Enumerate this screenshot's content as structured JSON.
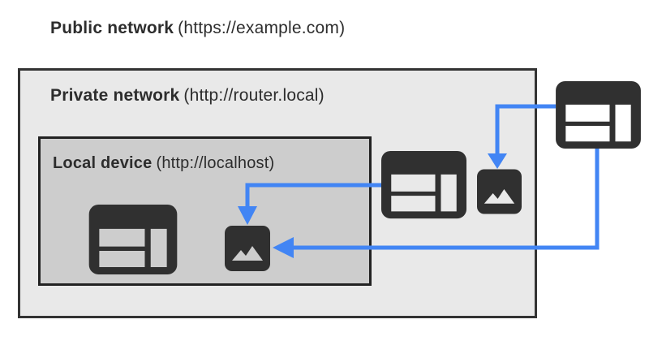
{
  "public_network": {
    "name": "Public network",
    "detail": "(https://example.com)"
  },
  "private_network": {
    "name": "Private network",
    "detail": "(http://router.local)",
    "background": "#e9e9e9",
    "border_color": "#333333"
  },
  "local_device": {
    "name": "Local device",
    "detail": "(http://localhost)",
    "background": "#cdcdcd",
    "border_color": "#222222"
  },
  "colors": {
    "arrow": "#4285f4",
    "icon": "#303030",
    "text": "#2d2d2d",
    "page_background": "#ffffff"
  },
  "icons": {
    "web_public": "webpage-icon",
    "web_private": "webpage-icon",
    "web_local": "webpage-icon",
    "image_private": "image-icon",
    "image_local": "image-icon"
  },
  "connections": [
    {
      "from": "public-webpage",
      "to": "private-image",
      "head": "down"
    },
    {
      "from": "private-webpage",
      "to": "local-image",
      "head": "down"
    },
    {
      "from": "public-webpage",
      "to": "local-image",
      "head": "left"
    }
  ]
}
